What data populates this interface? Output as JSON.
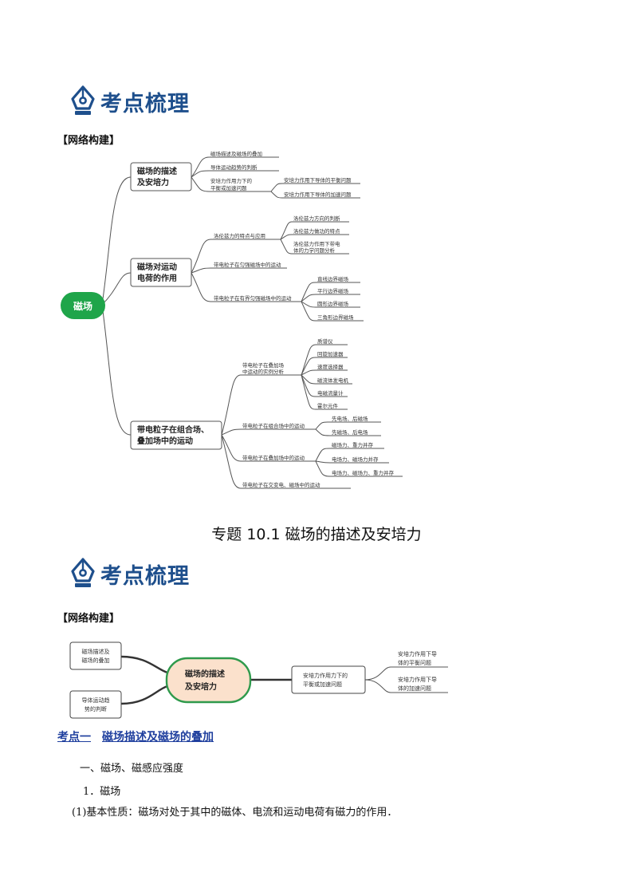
{
  "heading1": {
    "title": "考点梳理"
  },
  "heading2": {
    "title": "考点梳理"
  },
  "section1_label": "【网络构建】",
  "section2_label": "【网络构建】",
  "mindmap1": {
    "root": "磁场",
    "b1": {
      "line1": "磁场的描述",
      "line2": "及安培力",
      "c1": "磁场描述及磁场的叠加",
      "c2": "导体运动趋势的判断",
      "c3a": "安培力作用力下的",
      "c3b": "平衡或加速问题",
      "d1": "安培力作用下导体的平衡问题",
      "d2": "安培力作用下导体的加速问题"
    },
    "b2": {
      "line1": "磁场对运动",
      "line2": "电荷的作用",
      "c1": "洛伦兹力的特点与应用",
      "d1": "洛伦兹力方向的判断",
      "d2": "洛伦兹力做功的特点",
      "d3a": "洛伦兹力作用下带电",
      "d3b": "体的力学问题分析",
      "c2": "带电粒子在匀强磁场中的运动",
      "c3": "带电粒子在有界匀强磁场中的运动",
      "e1": "直线边界磁场",
      "e2": "平行边界磁场",
      "e3": "圆形边界磁场",
      "e4": "三角形边界磁场"
    },
    "b3": {
      "line1": "带电粒子在组合场、",
      "line2": "叠加场中的运动",
      "c1a": "带电粒子在叠加场",
      "c1b": "中运动的实例分析",
      "d1": "质谱仪",
      "d2": "回旋加速器",
      "d3": "速度选择器",
      "d4": "磁流体发电机",
      "d5": "电磁流量计",
      "d6": "霍尔元件",
      "c2": "带电粒子在组合场中的运动",
      "e1": "先电场、后磁场",
      "e2": "先磁场、后电场",
      "c3": "带电粒子在叠加场中的运动",
      "f1": "磁场力、重力并存",
      "f2": "电场力、磁场力并存",
      "f3": "电场力、磁场力、重力并存",
      "c4": "带电粒子在交变电、磁场中的运动"
    }
  },
  "doc_title": "专题 10.1 磁场的描述及安培力",
  "mindmap2": {
    "center_line1": "磁场的描述",
    "center_line2": "及安培力",
    "left1_line1": "磁场描述及",
    "left1_line2": "磁场的叠加",
    "left2_line1": "导体运动趋",
    "left2_line2": "势的判断",
    "right_line1": "安培力作用力下的",
    "right_line2": "平衡或加速问题",
    "r1_line1": "安培力作用下导",
    "r1_line2": "体的平衡问题",
    "r2_line1": "安培力作用下导",
    "r2_line2": "体的加速问题"
  },
  "kaodian": {
    "label": "考点一",
    "title": "磁场描述及磁场的叠加"
  },
  "para1": "一、磁场、磁感应强度",
  "para2": "1．磁场",
  "para3": "(1)基本性质：磁场对处于其中的磁体、电流和运动电荷有磁力的作用．",
  "colors": {
    "heading": "#1e4f8c",
    "root": "#1fa54a",
    "center_fill": "#fbe1cc",
    "center_border": "#2f9a4c"
  },
  "icons": [
    "pen-nib-icon"
  ]
}
